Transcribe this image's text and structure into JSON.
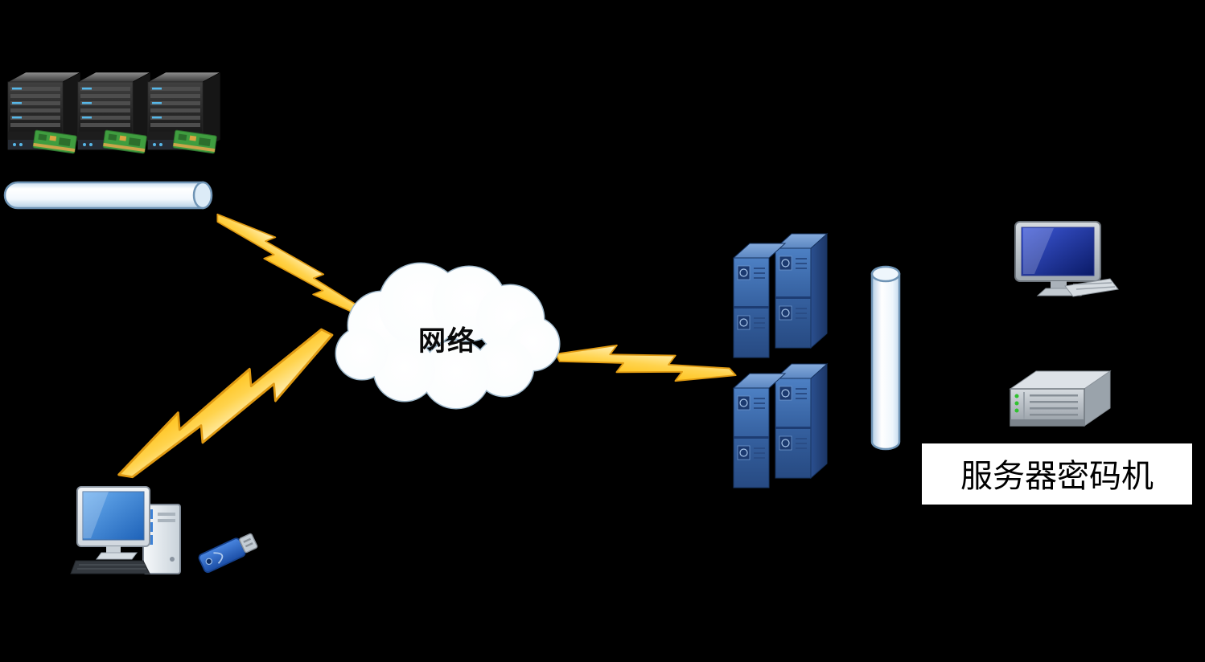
{
  "page": {
    "background_color": "#000000"
  },
  "diagram": {
    "cloud_label": "网络",
    "cipher_machine_label": "服务器密码机",
    "nodes": [
      {
        "id": "server-farm",
        "icon": "server-tower-icon",
        "count": 3
      },
      {
        "id": "front-channel-pipe",
        "icon": "horizontal-cylinder-icon"
      },
      {
        "id": "network-cloud",
        "icon": "cloud-icon",
        "label": "网络"
      },
      {
        "id": "cipher-cabinet-upper",
        "icon": "blue-cabinet-icon"
      },
      {
        "id": "cipher-cabinet-lower",
        "icon": "blue-cabinet-icon"
      },
      {
        "id": "rear-channel-pipe",
        "icon": "vertical-cylinder-icon"
      },
      {
        "id": "management-desktop",
        "icon": "desktop-computer-icon"
      },
      {
        "id": "cipher-appliance",
        "icon": "rack-server-icon",
        "label": "服务器密码机"
      },
      {
        "id": "client-workstation",
        "icon": "desktop-computer-icon"
      },
      {
        "id": "usb-key",
        "icon": "usb-drive-icon"
      }
    ],
    "connections": [
      {
        "from": "front-channel-pipe",
        "to": "network-cloud",
        "style": "lightning-bolt"
      },
      {
        "from": "network-cloud",
        "to": "client-workstation",
        "style": "lightning-bolt"
      },
      {
        "from": "network-cloud",
        "to": "cipher-cabinet-upper",
        "style": "lightning-bolt"
      }
    ],
    "colors": {
      "background": "#000000",
      "bolt_fill": "#FFC41E",
      "bolt_highlight": "#FFF0B8",
      "bolt_edge": "#E09A12",
      "cloud_fill": "#FFFFFF",
      "cloud_edge": "#9FB8CA",
      "cabinet_blue": "#35609F",
      "pipe_fill": "#EAF3FB",
      "pipe_edge": "#6F94B5",
      "screen_blue_dark": "#0A1A66",
      "screen_blue_light": "#1E62B8",
      "label_background": "#FFFFFF",
      "label_text": "#000000"
    }
  }
}
